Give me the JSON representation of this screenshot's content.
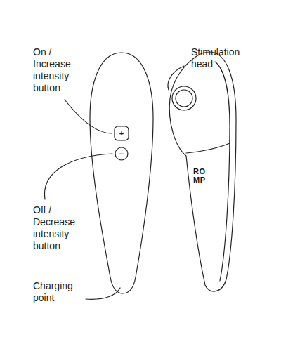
{
  "diagram": {
    "labels": [
      "On / Increase intensity button",
      "Stimulation head",
      "+",
      "−",
      "RO MP",
      "Off / Decrease intensity button",
      "Charging point"
    ]
  }
}
